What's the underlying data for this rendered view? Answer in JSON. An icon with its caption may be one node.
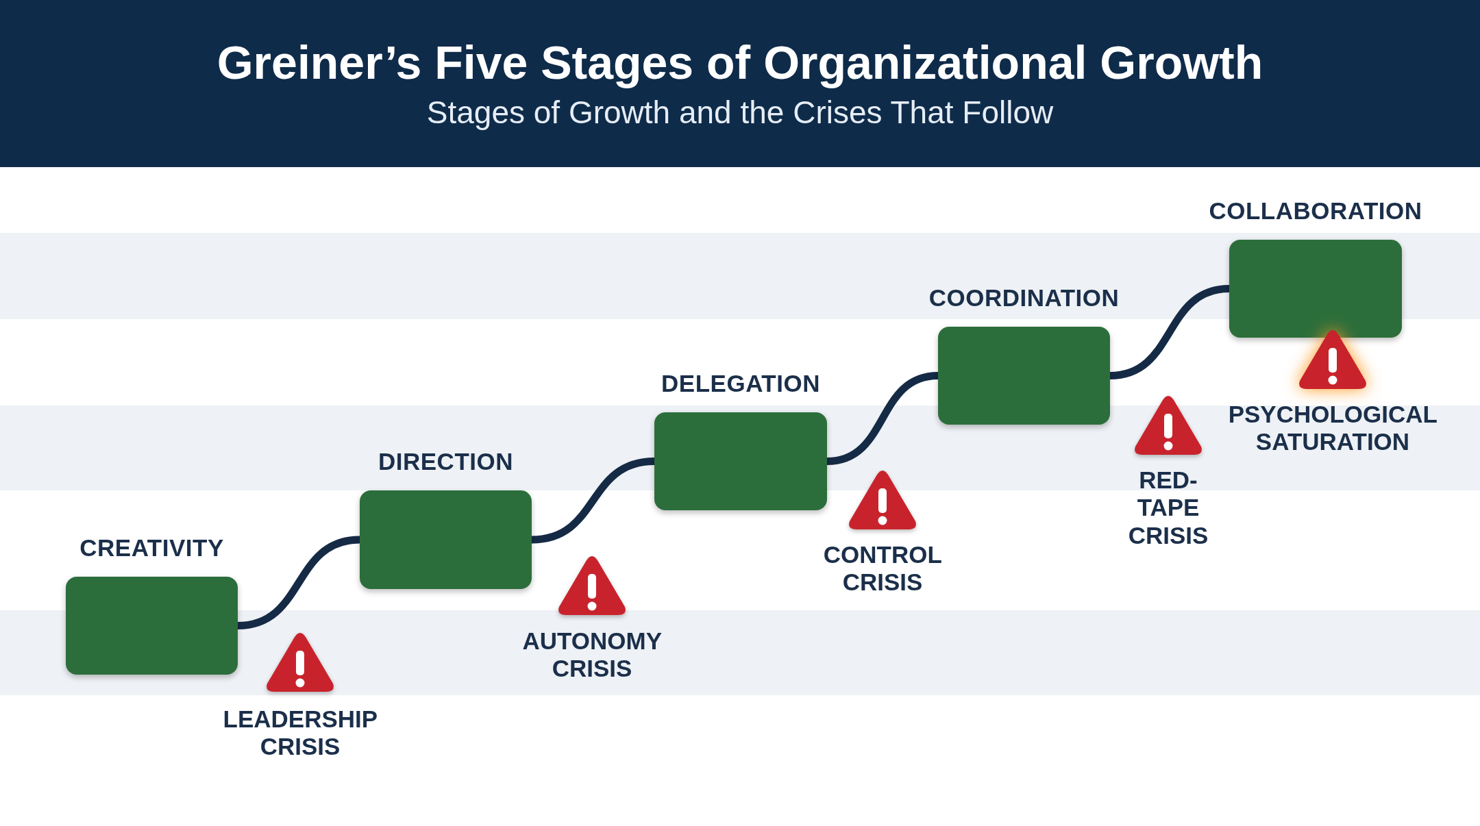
{
  "diagram": {
    "title": "Greiner’s Five Stages of Organizational Growth",
    "caption": "Stages of Growth and the Crises That Follow",
    "nodes": [
      {
        "text": [
          "CREATIVITY"
        ]
      },
      {
        "text": [
          "DIRECTION"
        ]
      },
      {
        "text": [
          "DELEGATION"
        ]
      },
      {
        "text": [
          "COORDINATION"
        ]
      },
      {
        "text": [
          "COLLABORATION"
        ]
      }
    ],
    "edges": [
      {
        "from": 0,
        "to": 1,
        "arrow": "none"
      },
      {
        "from": 1,
        "to": 2,
        "arrow": "none"
      },
      {
        "from": 2,
        "to": 3,
        "arrow": "none"
      },
      {
        "from": 3,
        "to": 4,
        "arrow": "none"
      }
    ],
    "labels": [
      "LEADERSHIP CRISIS",
      "AUTONOMY CRISIS",
      "CONTROL CRISIS",
      "RED-TAPE CRISIS",
      "PSYCHOLOGICAL SATURATION"
    ]
  }
}
